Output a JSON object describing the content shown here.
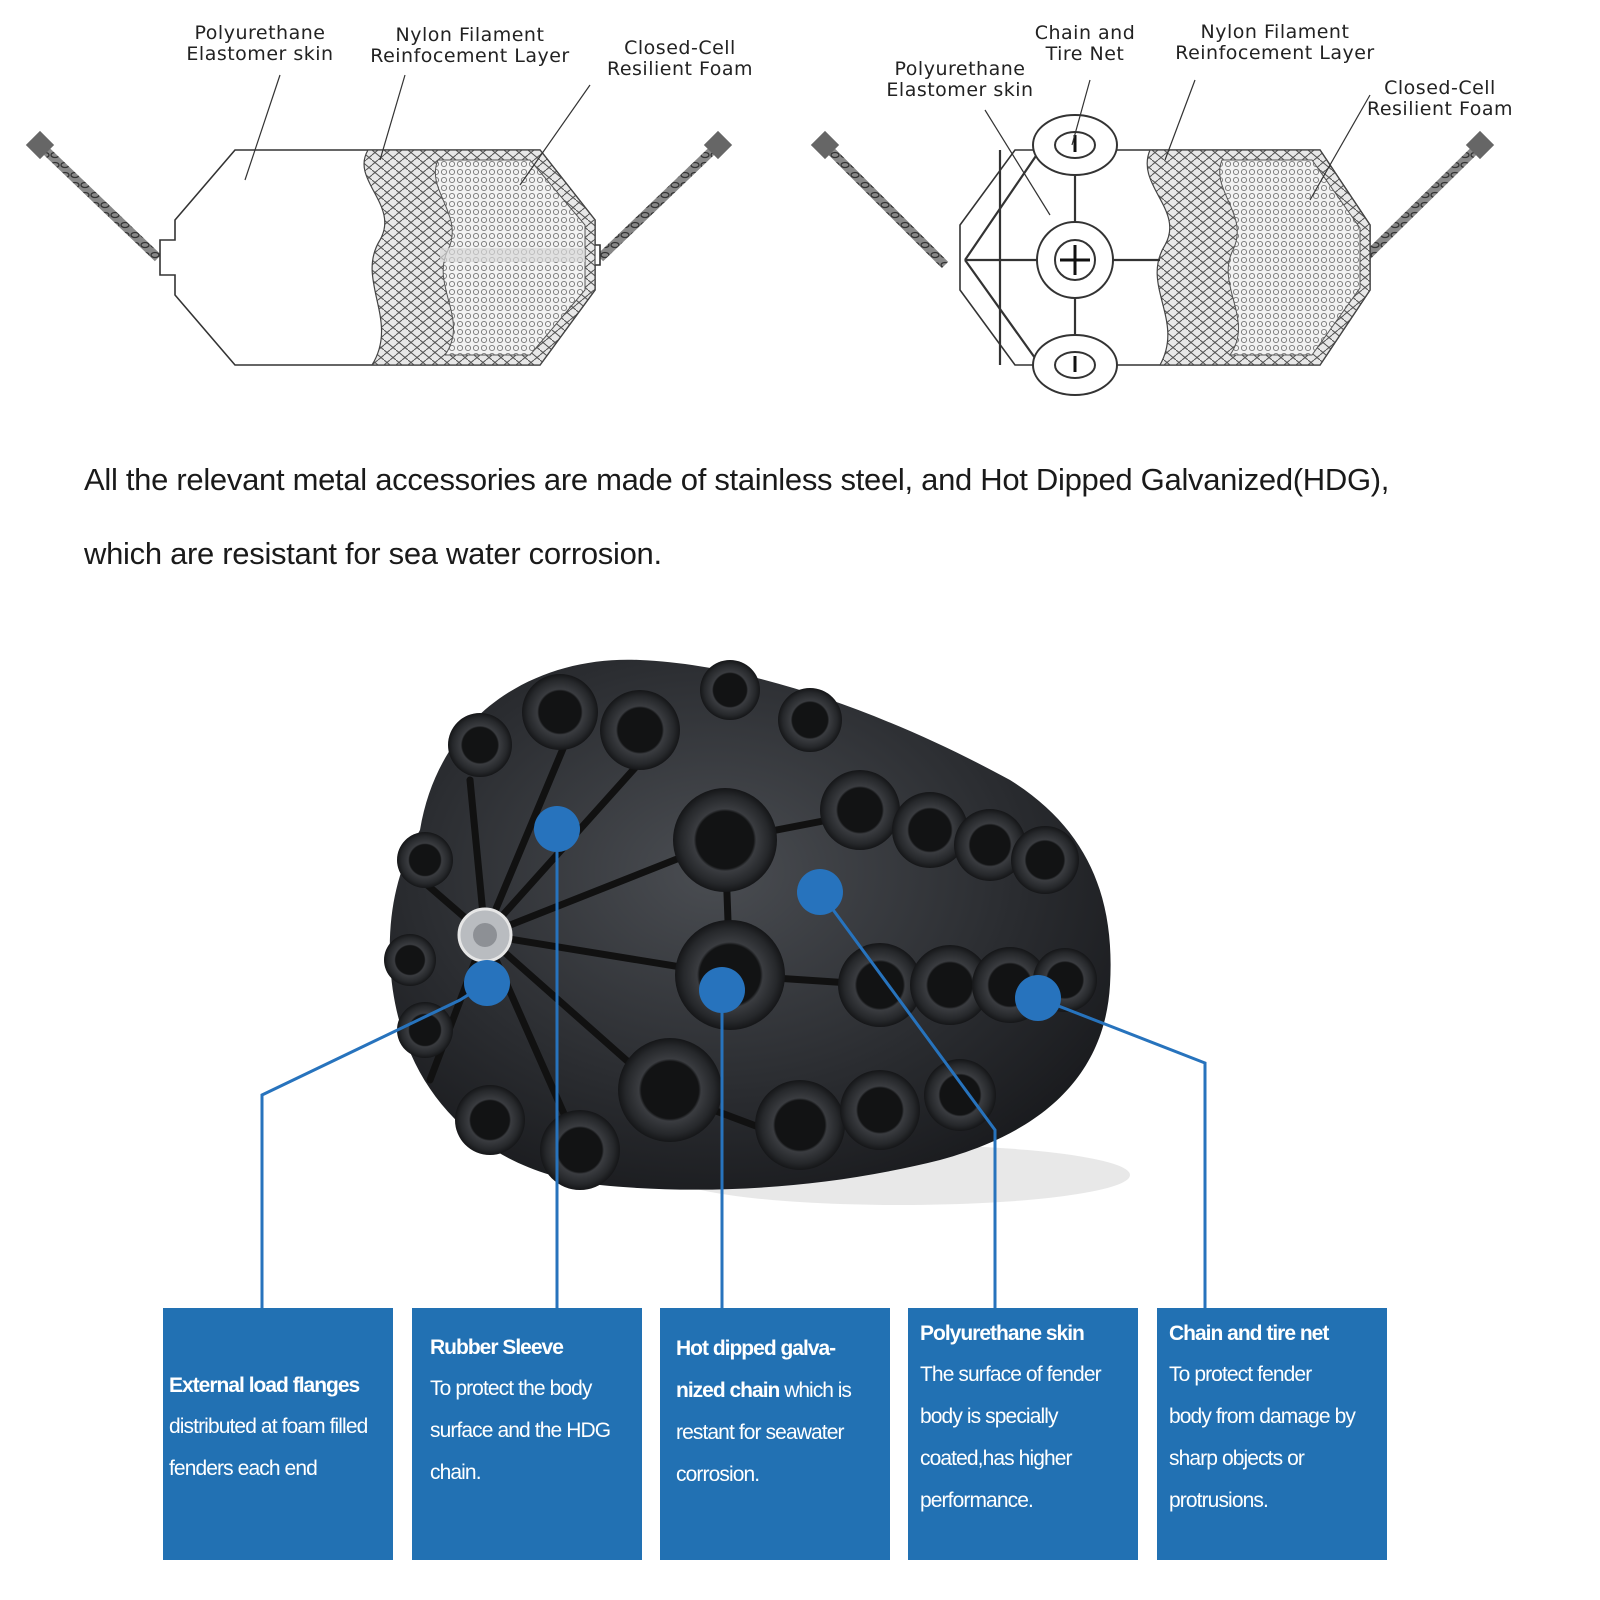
{
  "diagram_left": {
    "labels": {
      "skin": "Polyurethane\nElastomer skin",
      "nylon": "Nylon Filament\nReinfocement Layer",
      "foam": "Closed-Cell\nResilient Foam"
    }
  },
  "diagram_right": {
    "labels": {
      "chain": "Chain and\nTire Net",
      "nylon": "Nylon Filament\nReinfocement Layer",
      "skin": "Polyurethane\nElastomer skin",
      "foam": "Closed-Cell\nResilient Foam"
    }
  },
  "sentence": {
    "line1": "All the relevant metal accessories are made of stainless steel, and Hot Dipped Galvanized(HDG),",
    "line2": "which are resistant for sea water corrosion."
  },
  "callouts": [
    {
      "title": "External load  flanges",
      "body": "distributed at foam filled\nfenders each end"
    },
    {
      "title": "Rubber Sleeve",
      "body": "To protect the body\nsurface and the HDG\nchain."
    },
    {
      "title": "Hot dipped galva-\nnized chain",
      "title_suffix": " which is",
      "body": "restant for seawater\ncorrosion."
    },
    {
      "title": "Polyurethane skin",
      "body": "The surface of fender\nbody is specially\ncoated,has higher\nperformance."
    },
    {
      "title": "Chain and tire net",
      "body": "To protect fender\nbody from damage by\nsharp objects or\nprotrusions."
    }
  ],
  "colors": {
    "callout_blue": "#2271b3",
    "dot_blue": "#2773bd",
    "fender_dark": "#2a2c30"
  }
}
